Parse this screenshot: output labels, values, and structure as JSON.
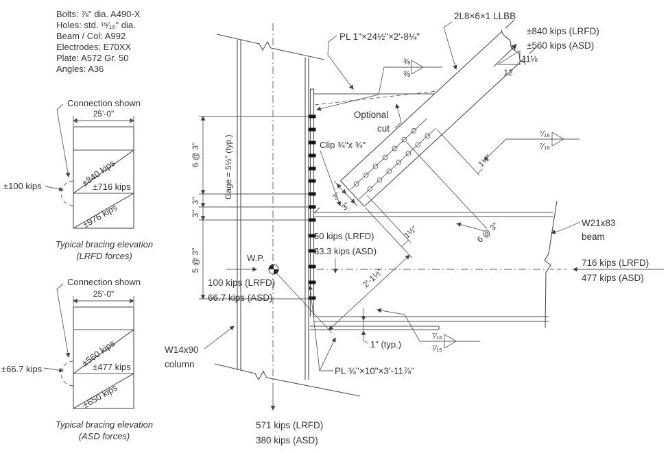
{
  "drawing": {
    "specs": [
      "Bolts: ⅞\" dia. A490-X",
      "Holes: std. ¹⁵⁄₁₆\" dia.",
      "Beam / Col: A992",
      "Electrodes: E70XX",
      "Plate: A572 Gr. 50",
      "Angles: A36"
    ],
    "elev_lrfd": {
      "connection": "Connection shown",
      "width": "25'-0\"",
      "diag_upper": "±840 kips",
      "horiz": "±716 kips",
      "diag_lower": "±976 kips",
      "side_force": "±100 kips",
      "caption1": "Typical bracing elevation",
      "caption2": "(LRFD forces)"
    },
    "elev_asd": {
      "connection": "Connection shown",
      "width": "25'-0\"",
      "diag_upper": "±560 kips",
      "horiz": "±477 kips",
      "diag_lower": "±650 kips",
      "side_force": "±66.7 kips",
      "caption1": "Typical bracing elevation",
      "caption2": "(ASD forces)"
    },
    "detail": {
      "gusset_label": "PL 1\"×24½\"×2'-8¼\"",
      "brace_label": "2L8×6×1 LLBB",
      "brace_force_lrfd": "±840 kips (LRFD)",
      "brace_force_asd": "±560 kips (ASD)",
      "slope_rise": "11⅛",
      "slope_run": "12",
      "weld_38": "⅜",
      "weld_716": "⁷⁄₁₆",
      "optional1": "Optional",
      "optional2": "cut",
      "clip_label": "Clip ¾\"x ¾\"",
      "gage_label": "Gage = 5½\" (typ.)",
      "dim_6at3": "6 @ 3\"",
      "dim_3a": "3\"",
      "dim_3b": "3\"",
      "dim_5at3": "5 @ 3\"",
      "wp_label": "W.P.",
      "wp_lrfd": "100 kips (LRFD)",
      "wp_asd": "66.7 kips (ASD)",
      "beam_shear_lrfd": "50 kips (LRFD)",
      "beam_shear_asd": "33.3 kips (ASD)",
      "brace_dim_6at3": "6 @ 3\"",
      "brace_dim_wp": "2'-1½\"",
      "edge_15a": "1½\"",
      "edge_15b": "1½\"",
      "gage_3a": "3\"",
      "gage_3b": "3\"",
      "beam_name": "W21x83",
      "beam_word": "beam",
      "beam_force_lrfd": "716 kips (LRFD)",
      "beam_force_asd": "477 kips (ASD)",
      "column_name": "W14x90",
      "column_word": "column",
      "plate_label": "PL ¾\"×10\"×3'-11⅞\"",
      "dim_1typ": "1\" (typ.)",
      "col_force_lrfd": "571 kips (LRFD)",
      "col_force_asd": "380 kips (ASD)"
    }
  }
}
